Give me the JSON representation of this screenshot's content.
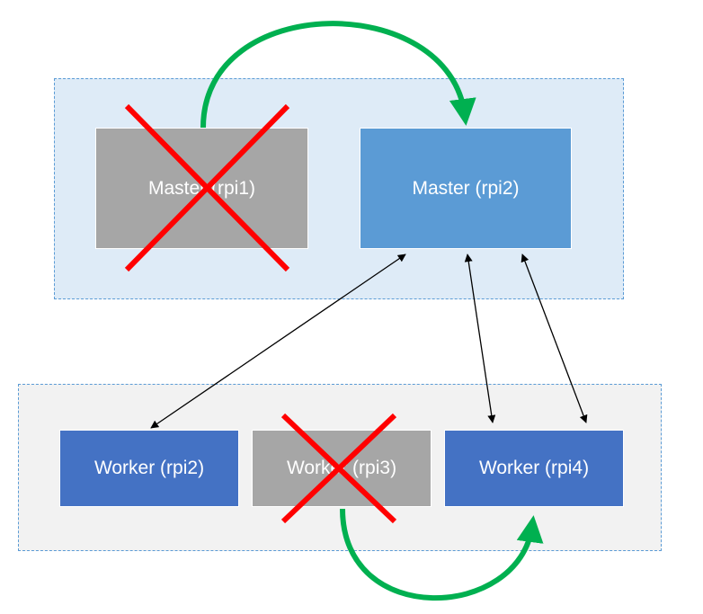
{
  "nodes": {
    "master_rpi1": "Master (rpi1)",
    "master_rpi2": "Master (rpi2)",
    "worker_rpi2": "Worker (rpi2)",
    "worker_rpi3": "Worker (rpi3)",
    "worker_rpi4": "Worker (rpi4)"
  },
  "colors": {
    "failed_node": "#a6a6a6",
    "master_node": "#5b9bd5",
    "worker_node": "#4472c4",
    "master_group_fill": "#deebf7",
    "worker_group_fill": "#f2f2f2",
    "group_border": "#5b9bd5",
    "failure_cross": "#ff0000",
    "failover_arrow": "#00b050",
    "connection_arrow": "#000000"
  }
}
